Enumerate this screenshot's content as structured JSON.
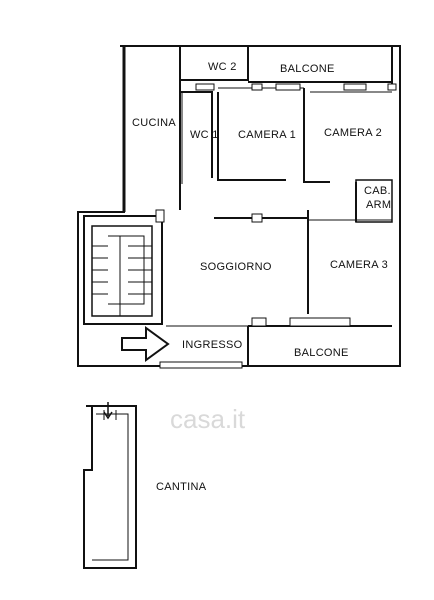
{
  "rooms": {
    "wc2": "WC 2",
    "balcone_top": "BALCONE",
    "cucina": "CUCINA",
    "wc1": "WC 1",
    "camera1": "CAMERA 1",
    "camera2": "CAMERA 2",
    "cab_line1": "CAB.",
    "cab_line2": "ARM",
    "soggiorno": "SOGGIORNO",
    "camera3": "CAMERA 3",
    "ingresso": "INGRESSO",
    "balcone_bottom": "BALCONE",
    "cantina": "CANTINA"
  },
  "watermark": "casa.it",
  "icons": {
    "entry_arrow": "arrow-right-icon",
    "cellar_access": "arrow-down-icon"
  },
  "colors": {
    "wall": "#111111",
    "background": "#ffffff",
    "watermark": "#d9d9d9"
  }
}
